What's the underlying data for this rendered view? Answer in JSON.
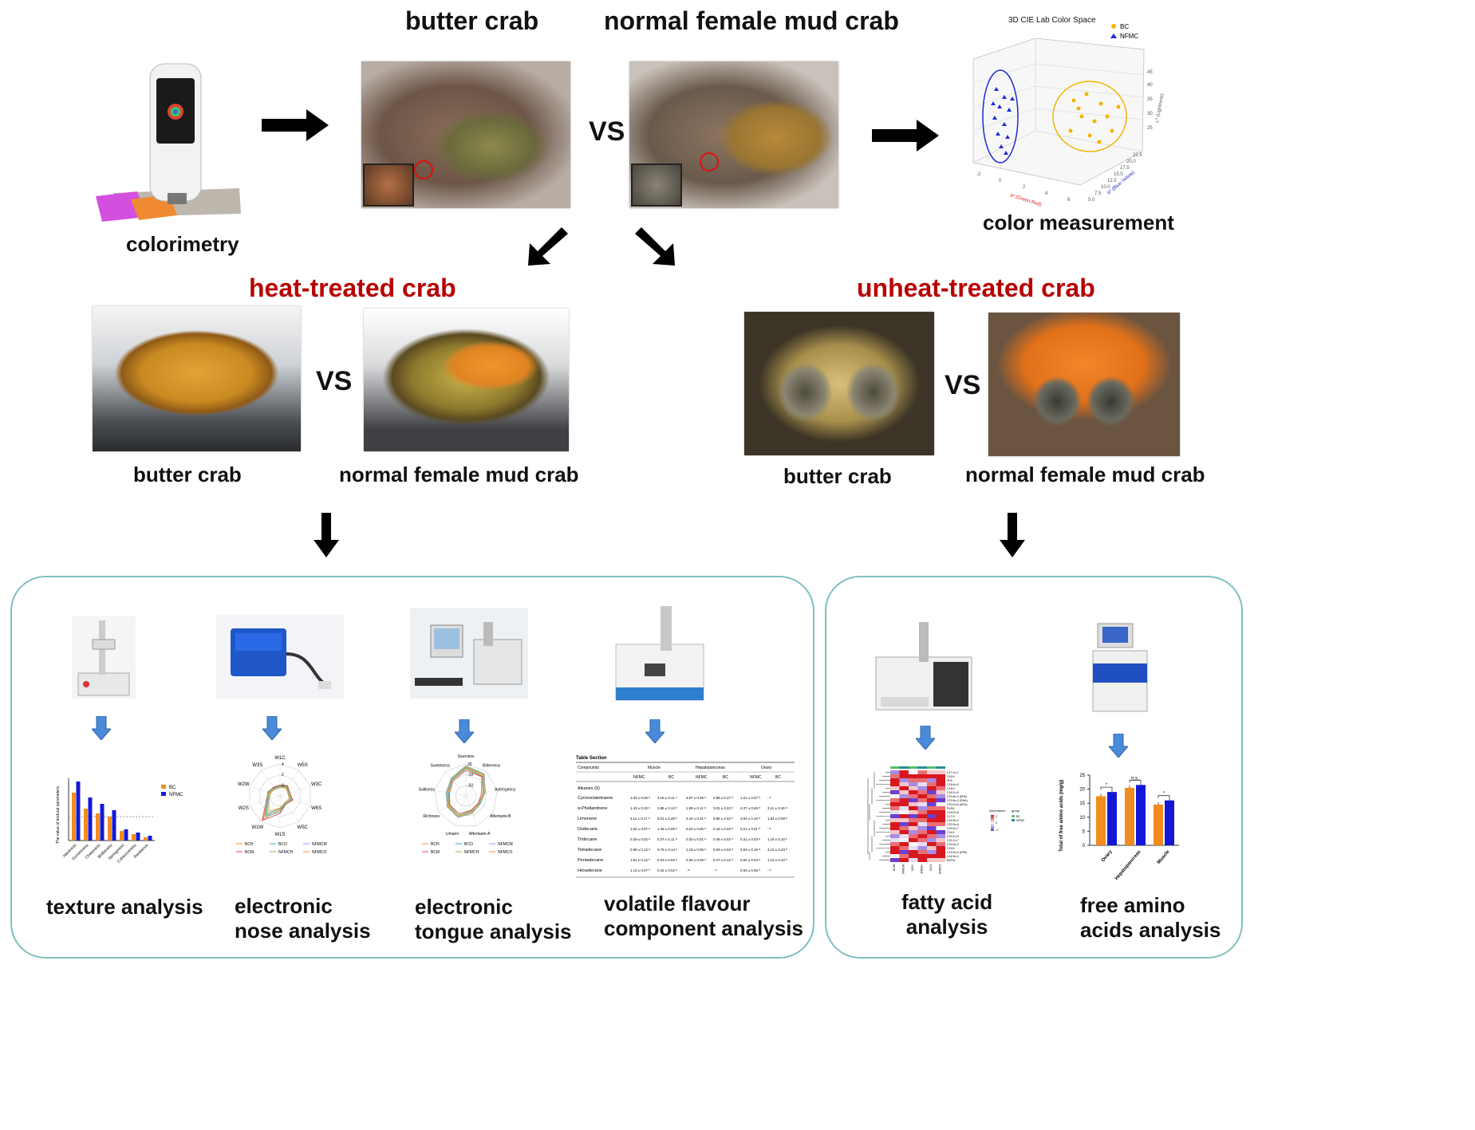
{
  "top": {
    "butter_crab": "butter crab",
    "normal_crab": "normal female mud crab",
    "vs": "VS",
    "colorimetry": "colorimetry",
    "color_measurement": "color measurement"
  },
  "color_plot": {
    "title": "3D CIE Lab Color Space",
    "legend": [
      "BC",
      "NFMC"
    ],
    "legend_colors": [
      "#f4b400",
      "#1d2bd6"
    ],
    "x_label": "a* (Green-Red)",
    "y_label": "b* (Blue-Yellow)",
    "z_label": "L* (Lightness)",
    "z_ticks": [
      "45",
      "40",
      "35",
      "30",
      "25"
    ],
    "b_ticks": [
      "22.5",
      "20.0",
      "17.5",
      "15.0",
      "12.5",
      "10.0",
      "7.5",
      "5.0"
    ],
    "a_ticks": [
      "-2",
      "0",
      "2",
      "4",
      "6"
    ]
  },
  "middle": {
    "heat_title": "heat-treated crab",
    "unheat_title": "unheat-treated crab",
    "vs": "VS",
    "heat_butter": "butter crab",
    "heat_normal": "normal female mud crab",
    "unheat_butter": "butter crab",
    "unheat_normal": "normal female mud crab"
  },
  "analyses": {
    "texture": [
      "texture analysis"
    ],
    "enose": [
      "electronic",
      "nose analysis"
    ],
    "etongue": [
      "electronic",
      "tongue analysis"
    ],
    "volatile": [
      "volatile flavour",
      "component analysis"
    ],
    "fatty": [
      "fatty acid",
      "analysis"
    ],
    "amino": [
      "free amino",
      "acids analysis"
    ]
  },
  "texture_chart": {
    "legend": [
      "BC",
      "NFMC"
    ],
    "colors": [
      "#f28c1f",
      "#1418d6"
    ],
    "ylabel": "The value of textural parameters",
    "categories": [
      "Hardness",
      "Gumminess",
      "Chewiness",
      "Brittleness",
      "Springiness",
      "Cohesiveness",
      "Resilience"
    ]
  },
  "enose_chart": {
    "axes": [
      "W1C",
      "W5S",
      "W3C",
      "W6S",
      "W5C",
      "W1S",
      "W1W",
      "W2S",
      "W2W",
      "W3S"
    ],
    "rings": [
      "4",
      "2",
      "0"
    ],
    "legend": [
      "BCH",
      "BCO",
      "NFMCM",
      "BCM",
      "NFMCH",
      "NFMCO"
    ]
  },
  "etongue_chart": {
    "axes": [
      "Sourness",
      "Bitterness",
      "Astringency",
      "Aftertaste-B",
      "Aftertaste-A",
      "Umami",
      "Richness",
      "Saltiness",
      "Sweetness"
    ],
    "rings": [
      "30",
      "-10",
      "-50"
    ],
    "legend": [
      "BCH",
      "BCO",
      "NFMCM",
      "BCM",
      "NFMCH",
      "NFMCO"
    ]
  },
  "volatile_table": {
    "caption": "Table Section",
    "headers": [
      "Compounds",
      "Muscle",
      "Hepatopancreas",
      "Ovary"
    ],
    "sub_headers": [
      "NFMC",
      "BC",
      "NFMC",
      "BC",
      "NFMC",
      "BC"
    ],
    "group": "Alkanes (9)",
    "rows": [
      [
        "Cyclooctatetraene",
        "1.03 ± 0.05 ᵃ",
        "3.18 ± 0.11 ᵇ",
        "4.87 ± 0.26 ᵃ",
        "2.96 ± 0.17 ᵃ",
        "1.21 ± 0.07 ᵇ",
        "- ᵃ"
      ],
      [
        "α-Phellandrene",
        "1.43 ± 0.10 ᵃ",
        "2.95 ± 0.13 ᵇ",
        "1.89 ± 0.11 ᵃ",
        "3.01 ± 0.23 ᵇ",
        "4.37 ± 0.26 ᵇ",
        "3.11 ± 0.19 ᵃ"
      ],
      [
        "Limonene",
        "3.11 ± 0.17 ᵃ",
        "5.01 ± 0.28 ᵇ",
        "4.44 ± 0.31 ᵃ",
        "6.86 ± 0.42 ᵇ",
        "2.64 ± 0.10 ᵇ",
        "1.81 ± 0.09 ᵃ"
      ],
      [
        "Dodecane",
        "1.02 ± 0.07 ᵃ",
        "1.45 ± 0.09 ᵇ",
        "0.23 ± 0.05 ᵃ",
        "0.18 ± 0.03 ᵃ",
        "0.21 ± 0.01 ᵇ",
        "- ᵃ"
      ],
      [
        "Tridecane",
        "0.29 ± 0.02 ᵃ",
        "0.37 ± 0.11 ᵃ",
        "0.20 ± 0.01 ᵃ",
        "0.48 ± 0.02 ᵇ",
        "0.31 ± 0.03 ᵃ",
        "1.16 ± 0.10 ᵇ"
      ],
      [
        "Tetradecane",
        "0.99 ± 0.12 ᵃ",
        "0.75 ± 0.14 ᵃ",
        "1.18 ± 0.05 ᵃ",
        "0.63 ± 0.03 ᵃ",
        "3.04 ± 0.15 ᵃ",
        "4.12 ± 0.23 ᵇ"
      ],
      [
        "Pentadecane",
        "1.51 ± 0.12 ᵇ",
        "0.33 ± 0.02 ᵃ",
        "0.36 ± 0.09 ᵃ",
        "0.47 ± 0.12 ᵃ",
        "0.82 ± 0.04 ᵃ",
        "1.13 ± 0.10 ᵇ"
      ],
      [
        "Hexadecane",
        "1.13 ± 0.07 ᵇ",
        "0.42 ± 0.02 ᵃ",
        "- ᵃ",
        "- ᵃ",
        "0.93 ± 0.06 ᵇ",
        "- ᵃ"
      ]
    ]
  },
  "heatmap": {
    "legend_title": "Abundance",
    "group_title": "group",
    "groups": [
      "BC",
      "NFMC"
    ],
    "scale": [
      "2",
      "1",
      "0",
      "-1",
      "-2"
    ],
    "columns": [
      "BCM",
      "NFMCM",
      "BCH",
      "NFMCH",
      "BCO",
      "NFMCO"
    ],
    "rows": [
      "C17:1n-7",
      "C16:0",
      "SFA",
      "C18:4n-3",
      "C18:0",
      "C18:1n-9",
      "C20:5n-3 (EPA)",
      "C22:6n-3 (DHA)",
      "C20:4n-6 (ARA)",
      "PUFA",
      "C18:2n-6",
      "C17:0",
      "C22:5n-3",
      "C20:3n-6",
      "C20:2n-7",
      "C16:1",
      "C20:1n-9",
      "C22:1n-7",
      "C20:4n-3",
      "C15:0",
      "C22:5n-3 (DPA)",
      "C18:3n-3",
      "MUFA"
    ]
  },
  "amino_chart": {
    "ylabel": "Total of free amino acids (mg/g)",
    "categories": [
      "Ovary",
      "Hepatopancreas",
      "Muscle"
    ],
    "sig": [
      "*",
      "n.s.",
      "*"
    ],
    "series": [
      {
        "name": "BC",
        "values": [
          17.5,
          20.5,
          14.5
        ]
      },
      {
        "name": "NFMC",
        "values": [
          19,
          21.5,
          16
        ]
      }
    ],
    "colors": [
      "#f28c1f",
      "#1418d6"
    ],
    "yticks": [
      "25",
      "20",
      "15",
      "10",
      "5",
      "0"
    ],
    "ylim": [
      0,
      25
    ]
  }
}
